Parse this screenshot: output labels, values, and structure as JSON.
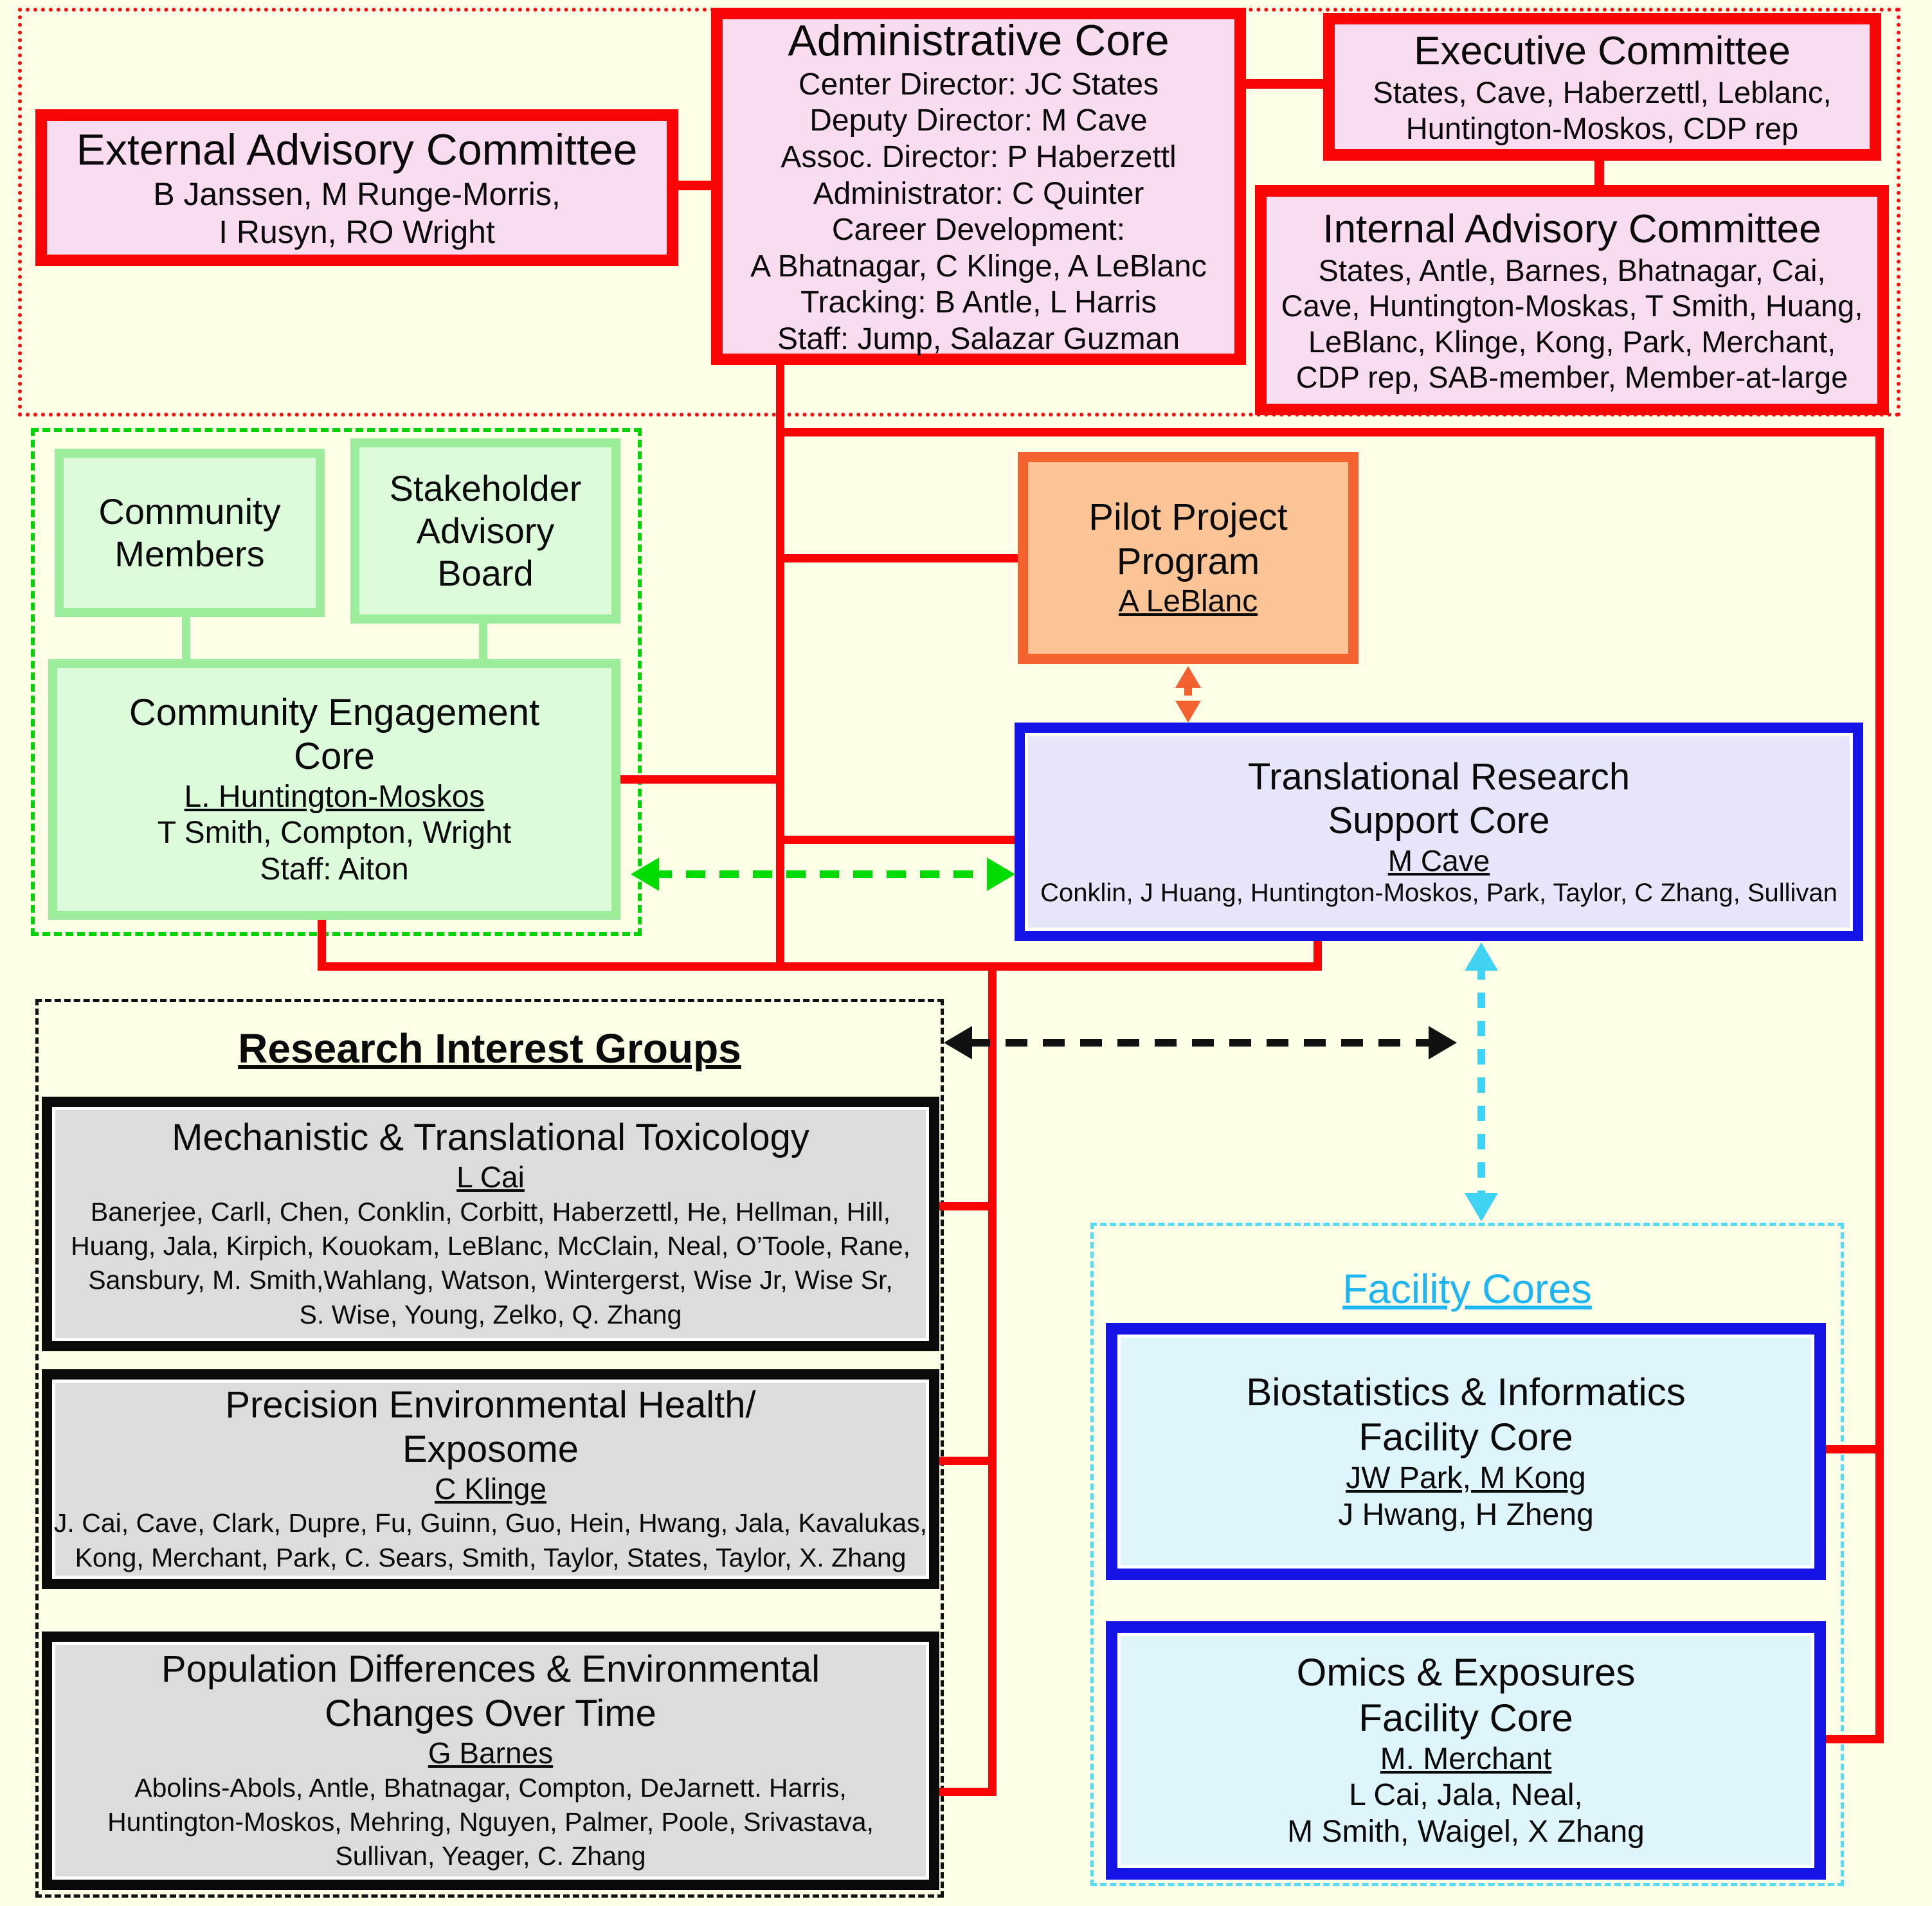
{
  "colors": {
    "background": "#FFFFE8",
    "red": "#FA0505",
    "pink_fill": "#FADCF0",
    "green_border": "#00D400",
    "light_green_fill": "#DBFBDB",
    "light_green_border": "#9BEC9B",
    "orange_fill": "#FBC496",
    "orange_border": "#F3622E",
    "lavender_fill": "#E6E6FA",
    "blue_border": "#1414E6",
    "gray_fill": "#DCDCDC",
    "light_cyan_fill": "#DFF5FC",
    "cyan_accent": "#1FB5F2",
    "green_arrow": "#00DC00",
    "black_arrow": "#111111"
  },
  "top_section": {
    "external_advisory": {
      "title": "External Advisory Committee",
      "members": [
        "B Janssen, M Runge-Morris,",
        "I Rusyn, RO Wright"
      ]
    },
    "administrative_core": {
      "title": "Administrative Core",
      "lines": [
        "Center Director: JC States",
        "Deputy Director: M Cave",
        "Assoc. Director: P Haberzettl",
        "Administrator: C Quinter",
        "Career Development:",
        "A Bhatnagar, C Klinge, A LeBlanc",
        "Tracking: B Antle, L Harris",
        "Staff: Jump, Salazar Guzman"
      ]
    },
    "executive_committee": {
      "title": "Executive Committee",
      "members": [
        "States, Cave, Haberzettl, Leblanc,",
        "Huntington-Moskos, CDP rep"
      ]
    },
    "internal_advisory": {
      "title": "Internal Advisory Committee",
      "members": [
        "States, Antle, Barnes, Bhatnagar, Cai,",
        "Cave, Huntington-Moskas, T Smith, Huang,",
        "LeBlanc, Klinge, Kong, Park, Merchant,",
        "CDP rep, SAB-member, Member-at-large"
      ]
    }
  },
  "community": {
    "community_members": {
      "line1": "Community",
      "line2": "Members"
    },
    "stakeholder_board": {
      "line1": "Stakeholder",
      "line2": "Advisory",
      "line3": "Board"
    },
    "engagement_core": {
      "title1": "Community Engagement",
      "title2": "Core",
      "leader": "L. Huntington-Moskos",
      "members": [
        "T Smith, Compton, Wright",
        "Staff: Aiton"
      ]
    }
  },
  "pilot_project": {
    "title1": "Pilot Project",
    "title2": "Program",
    "leader": "A LeBlanc"
  },
  "translational_core": {
    "title1": "Translational Research",
    "title2": "Support Core",
    "leader": "M Cave",
    "members": "Conklin, J Huang, Huntington-Moskos, Park, Taylor, C Zhang, Sullivan"
  },
  "research_interest_groups": {
    "title": "Research Interest Groups",
    "groups": [
      {
        "title1": "Mechanistic & Translational Toxicology",
        "title2": "",
        "leader": "L Cai",
        "members": [
          "Banerjee, Carll, Chen, Conklin, Corbitt, Haberzettl, He, Hellman, Hill,",
          "Huang, Jala, Kirpich, Kouokam, LeBlanc, McClain, Neal, O’Toole, Rane,",
          "Sansbury, M. Smith,Wahlang, Watson, Wintergerst, Wise Jr, Wise Sr,",
          "S. Wise, Young, Zelko, Q. Zhang"
        ]
      },
      {
        "title1": "Precision Environmental Health/",
        "title2": "Exposome",
        "leader": "C Klinge",
        "members": [
          "J. Cai, Cave, Clark, Dupre, Fu, Guinn, Guo, Hein, Hwang, Jala, Kavalukas,",
          "Kong, Merchant, Park, C. Sears, Smith, Taylor, States, Taylor,  X. Zhang"
        ]
      },
      {
        "title1": "Population Differences & Environmental",
        "title2": "Changes Over Time",
        "leader": "G Barnes",
        "members": [
          "Abolins-Abols, Antle, Bhatnagar, Compton, DeJarnett. Harris,",
          "Huntington-Moskos, Mehring, Nguyen, Palmer, Poole, Srivastava,",
          "Sullivan, Yeager, C. Zhang"
        ]
      }
    ]
  },
  "facility_cores": {
    "title": "Facility Cores",
    "cores": [
      {
        "title1": "Biostatistics & Informatics",
        "title2": "Facility Core",
        "leader": "JW Park, M Kong",
        "members": [
          "J Hwang, H Zheng"
        ]
      },
      {
        "title1": "Omics & Exposures",
        "title2": "Facility Core",
        "leader": "M. Merchant",
        "members": [
          "L Cai, Jala, Neal,",
          "M Smith, Waigel, X Zhang"
        ]
      }
    ]
  }
}
